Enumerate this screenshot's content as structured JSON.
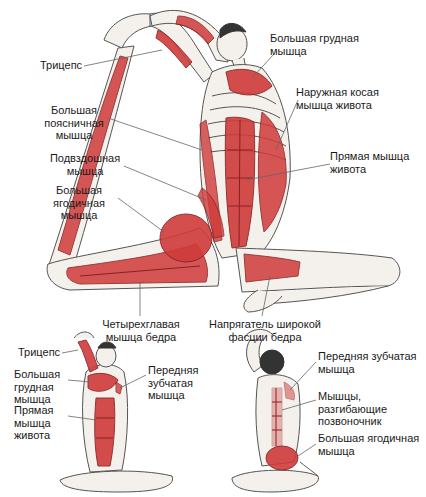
{
  "diagram": {
    "labels": [
      "Большая грудная мышца",
      "Трицепс",
      "Наружная косая мышца живота",
      "Большая поясничная мышца",
      "Прямая мышца живота",
      "Подвздошная мышца",
      "Большая ягодичная мышца",
      "Четырехглавая мышца бедра",
      "Напрягатель широкой фасции бедра",
      "Трицепс",
      "Передняя зубчатая мышца",
      "Большая грудная мышца",
      "Передняя зубчатая мышца",
      "Мышцы, разгибающие позвоночник",
      "Прямая мышца живота",
      "Большая ягодичная мышца"
    ]
  }
}
